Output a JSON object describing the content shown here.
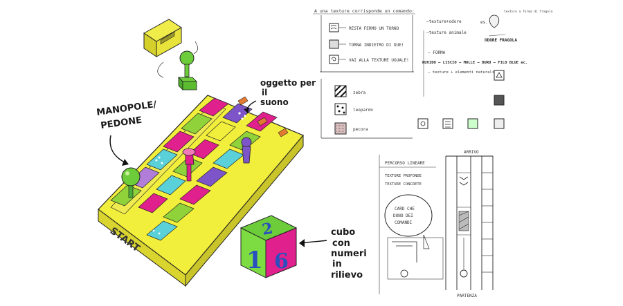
{
  "labels": {
    "manopole": "MANOPOLE/",
    "pedone": "PEDONE",
    "oggetto_line1": "oggetto per",
    "oggetto_line2": "il",
    "oggetto_line3": "suono",
    "cubo_line1": "cubo",
    "cubo_line2": "con",
    "cubo_line3": "numeri",
    "cubo_line4": "in",
    "cubo_line5": "rilievo",
    "start": "START",
    "dice_top": "2",
    "dice_front": "1",
    "dice_side": "6"
  },
  "legend": {
    "title": "A una texture corrisponde un comando:",
    "rows": [
      {
        "text": "RESTA FERMO UN TURNO"
      },
      {
        "text": "TORNA INDIETRO DI DUE!"
      },
      {
        "text": "VAI ALLA TEXTURE UGUALE!"
      }
    ],
    "animals": [
      {
        "text": "zebra"
      },
      {
        "text": "leopardo"
      },
      {
        "text": "pecora"
      }
    ]
  },
  "notes": {
    "texture_odore": "—texture+odore",
    "es": "es.",
    "texture_animale": "—texture animale",
    "odore_fragola": "ODORE FRAGOLA",
    "texture_fragola": "texture a forma di fragola",
    "forma": "— FORMA",
    "texture_hardness": "RUVIDO — LISCIO — MOLLE — DURO — FILO BLUE ec.",
    "texture_elementi": "— texture + elementi naturali"
  },
  "path_box": {
    "title": "PERCORSO LINEARE",
    "items": [
      "TEXTURE PROFONDE",
      "TEXTURE CONCRETE"
    ],
    "card": [
      "CARD CHE",
      "DUNO DEI",
      "COMANDI"
    ],
    "arrivo": "ARRIVO",
    "partenza": "PARTENZA"
  },
  "colors": {
    "box_yellow": "#f2ee3c",
    "magenta": "#e0208c",
    "lime": "#8fd23a",
    "cyan": "#5ad0d8",
    "purple": "#7d55c8",
    "green": "#4cae3a",
    "blue_num": "#2a4fbf",
    "orange": "#e37a32"
  }
}
